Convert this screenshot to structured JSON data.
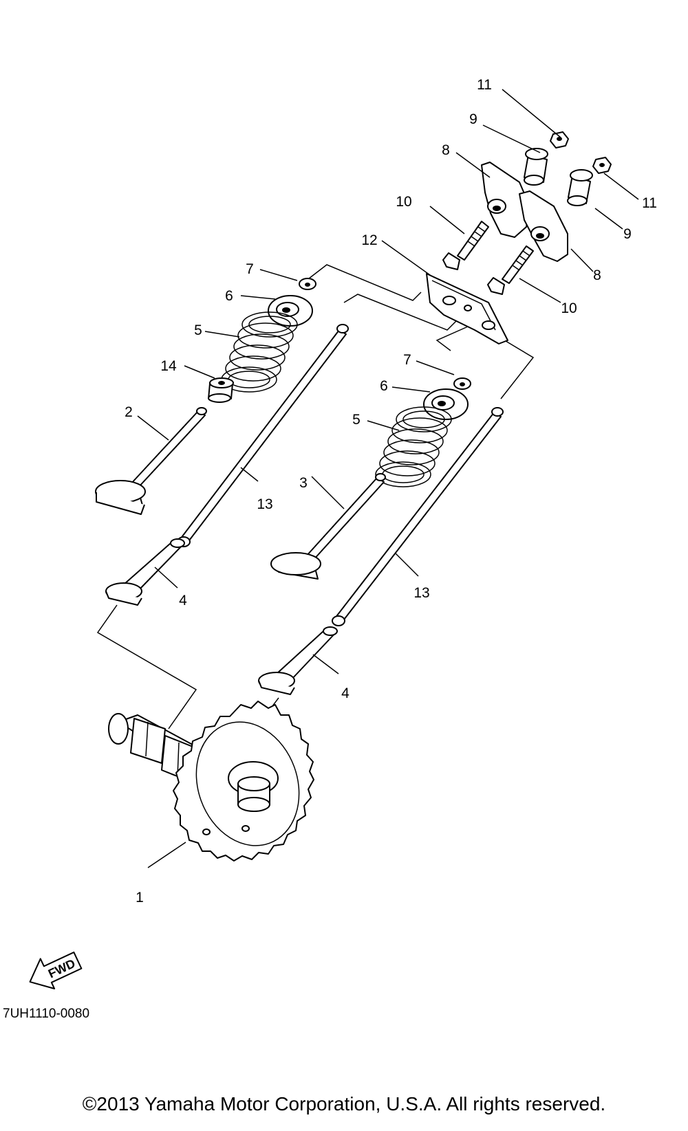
{
  "diagram": {
    "code": "7UH1110-0080",
    "fwd_label": "FWD",
    "copyright": "©2013 Yamaha Motor Corporation, U.S.A. All rights reserved.",
    "callouts": {
      "c1": "1",
      "c2": "2",
      "c3": "3",
      "c4a": "4",
      "c4b": "4",
      "c5a": "5",
      "c5b": "5",
      "c6a": "6",
      "c6b": "6",
      "c7a": "7",
      "c7b": "7",
      "c8a": "8",
      "c8b": "8",
      "c9a": "9",
      "c9b": "9",
      "c10a": "10",
      "c10b": "10",
      "c11a": "11",
      "c11b": "11",
      "c12": "12",
      "c13a": "13",
      "c13b": "13",
      "c14": "14"
    }
  }
}
